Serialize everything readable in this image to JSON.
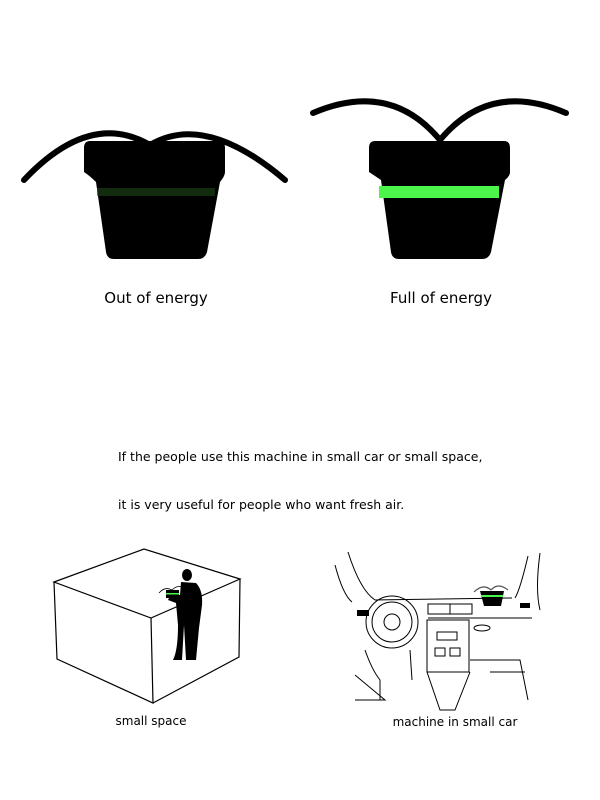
{
  "states": [
    {
      "label": "Out of energy",
      "stripe_color": "#1f4a1a",
      "stripe_opacity": 0.55
    },
    {
      "label": "Full of energy",
      "stripe_color": "#4cf54c",
      "stripe_opacity": 1
    }
  ],
  "description": {
    "line1": "If the people use this machine in small car or small space,",
    "line2": "it is very useful for people who want fresh air."
  },
  "scenes": [
    {
      "label": "small space"
    },
    {
      "label": "machine in small car"
    }
  ],
  "colors": {
    "pot": "#000000",
    "energy_green": "#4cf54c"
  }
}
